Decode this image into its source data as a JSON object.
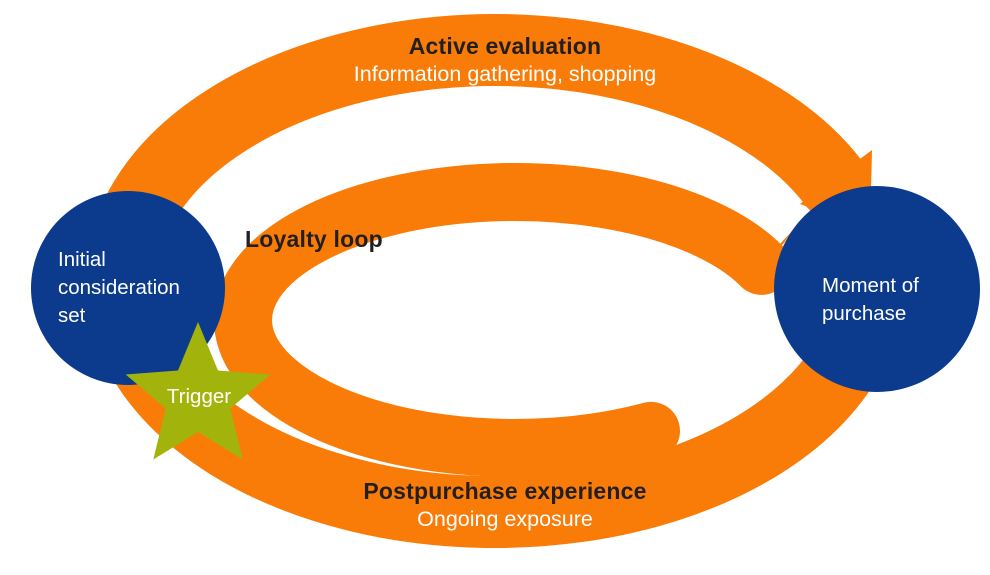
{
  "diagram": {
    "colors": {
      "loop_orange": "#F97C08",
      "node_blue": "#0C3B8D",
      "trigger_green": "#A2B40C",
      "title_dark": "#231F20",
      "text_white": "#FFFFFF"
    },
    "top_arc": {
      "title": "Active evaluation",
      "subtitle": "Information gathering, shopping"
    },
    "bottom_arc": {
      "title": "Postpurchase experience",
      "subtitle": "Ongoing exposure"
    },
    "inner_loop": {
      "label": "Loyalty loop"
    },
    "nodes": {
      "initial_consideration": "Initial consideration set",
      "moment_of_purchase": "Moment of purchase",
      "trigger": "Trigger"
    }
  }
}
